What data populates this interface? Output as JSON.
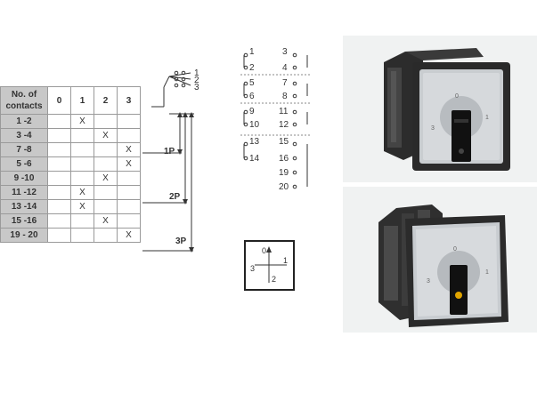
{
  "table": {
    "header_label": "No. of contacts",
    "positions": [
      "0",
      "1",
      "2",
      "3"
    ],
    "rows": [
      {
        "label": "1 -2",
        "marks": [
          "",
          "X",
          "",
          ""
        ]
      },
      {
        "label": "3 -4",
        "marks": [
          "",
          "",
          "X",
          ""
        ]
      },
      {
        "label": "7 -8",
        "marks": [
          "",
          "",
          "",
          "X"
        ]
      },
      {
        "label": "5 -6",
        "marks": [
          "",
          "",
          "",
          "X"
        ]
      },
      {
        "label": "9 -10",
        "marks": [
          "",
          "",
          "X",
          ""
        ]
      },
      {
        "label": "11 -12",
        "marks": [
          "",
          "X",
          "",
          ""
        ]
      },
      {
        "label": "13 -14",
        "marks": [
          "",
          "X",
          "",
          ""
        ]
      },
      {
        "label": "15 -16",
        "marks": [
          "",
          "",
          "X",
          ""
        ]
      },
      {
        "label": "19 - 20",
        "marks": [
          "",
          "",
          "",
          "X"
        ]
      }
    ]
  },
  "poles": [
    "1P",
    "2P",
    "3P"
  ],
  "symbol_labels": [
    "1",
    "2",
    "3"
  ],
  "terminals": {
    "left": [
      "1",
      "2",
      "5",
      "6",
      "9",
      "10",
      "13",
      "14"
    ],
    "right": [
      "3",
      "4",
      "7",
      "8",
      "11",
      "12",
      "15",
      "16",
      "19",
      "20"
    ]
  },
  "dial": {
    "labels": [
      "0",
      "1",
      "2",
      "3"
    ]
  },
  "photos": {
    "top_alt": "rotary cam switch front view",
    "bottom_alt": "rotary cam switch angled view"
  }
}
